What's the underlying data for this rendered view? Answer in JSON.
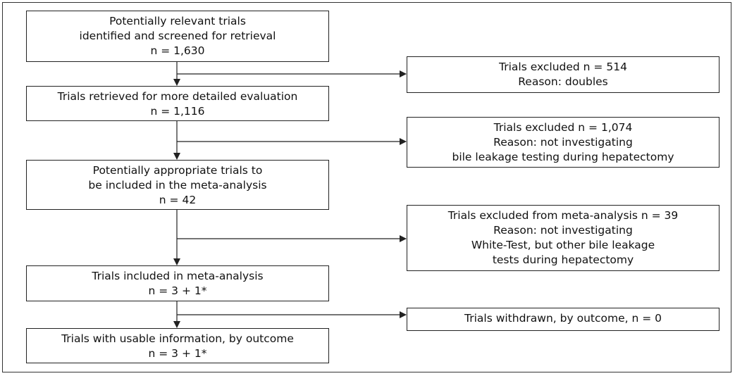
{
  "flow": {
    "box1": {
      "lines": [
        "Potentially relevant trials",
        "identified and screened for retrieval",
        "n = 1,630"
      ]
    },
    "box2": {
      "lines": [
        "Trials retrieved for more detailed evaluation",
        "n = 1,116"
      ]
    },
    "box3": {
      "lines": [
        "Potentially appropriate trials to",
        "be included in the meta-analysis",
        "n = 42"
      ]
    },
    "box4": {
      "lines": [
        "Trials included in meta-analysis",
        "n = 3 + 1*"
      ]
    },
    "box5": {
      "lines": [
        "Trials with usable information, by outcome",
        "n = 3 + 1*"
      ]
    }
  },
  "exclusions": {
    "ex1": {
      "lines": [
        "Trials excluded n = 514",
        "Reason: doubles"
      ]
    },
    "ex2": {
      "lines": [
        "Trials excluded n = 1,074",
        "Reason: not investigating",
        "bile leakage testing during hepatectomy"
      ]
    },
    "ex3": {
      "lines": [
        "Trials excluded from meta-analysis n = 39",
        "Reason: not investigating",
        "White-Test, but other bile leakage",
        "tests during hepatectomy"
      ]
    },
    "ex4": {
      "lines": [
        "Trials withdrawn, by outcome, n = 0"
      ]
    }
  }
}
